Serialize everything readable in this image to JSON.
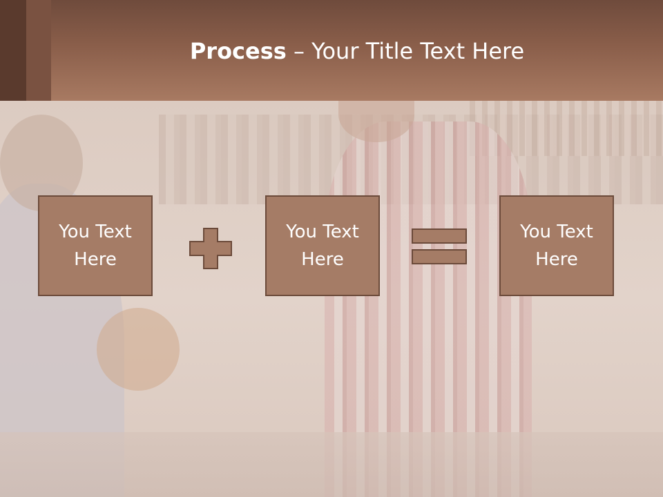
{
  "title": {
    "bold": "Process",
    "rest": " – Your Title Text Here"
  },
  "boxes": [
    {
      "line1": "You Text",
      "line2": "Here"
    },
    {
      "line1": "You Text",
      "line2": "Here"
    },
    {
      "line1": "You Text",
      "line2": "Here"
    }
  ],
  "operators": [
    "plus-icon",
    "equals-icon"
  ],
  "colors": {
    "header": "#8a5e4a",
    "box_fill": "#a57c66",
    "box_border": "#6b4a3a",
    "text": "#ffffff"
  }
}
